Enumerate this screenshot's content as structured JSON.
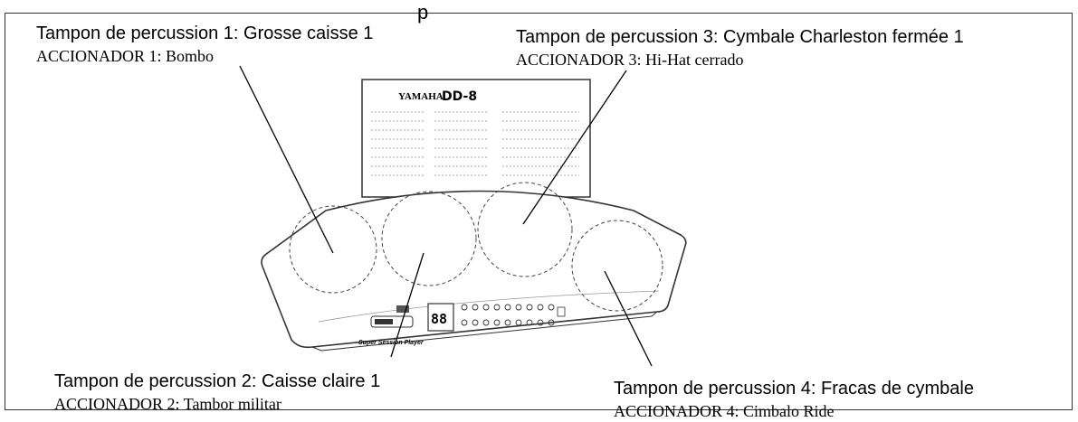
{
  "header_text": "p",
  "pads": [
    {
      "fr": "Tampon de percussion 1: Grosse caisse 1",
      "es_term": "ACCIONADOR 1",
      "es_value": "Bombo"
    },
    {
      "fr": "Tampon de percussion 2: Caisse claire 1",
      "es_term": "ACCIONADOR 2",
      "es_value": "Tambor militar"
    },
    {
      "fr": "Tampon de percussion 3: Cymbale Charleston fermée 1",
      "es_term": "ACCIONADOR 3",
      "es_value": "Hi-Hat cerrado"
    },
    {
      "fr": "Tampon de percussion 4: Fracas de cymbale",
      "es_term": "ACCIONADOR 4",
      "es_value": "Cimbalo Ride"
    }
  ],
  "device": {
    "brand": "YAMAHA",
    "model": "DD-8",
    "tagline": "Super Session Player",
    "display": "88"
  }
}
